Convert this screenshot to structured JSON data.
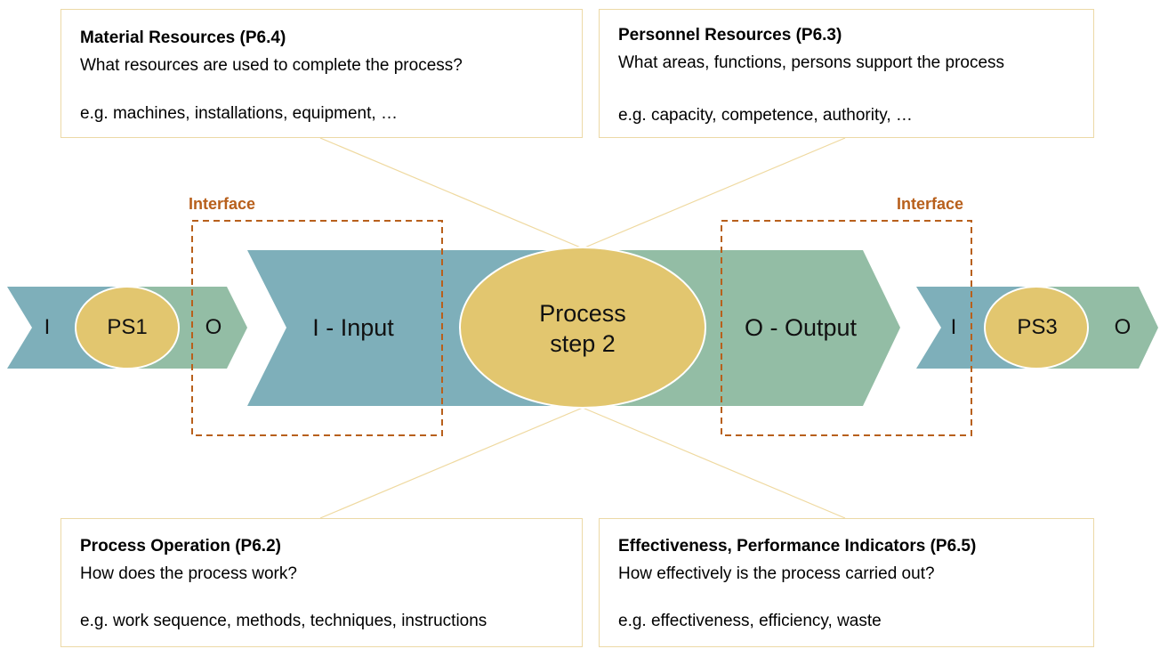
{
  "boxes": {
    "material": {
      "title": "Material Resources (P6.4)",
      "question": "What resources are used to complete the process?",
      "example": "e.g. machines, installations, equipment, …"
    },
    "personnel": {
      "title": "Personnel Resources (P6.3)",
      "question": "What areas, functions, persons support the process",
      "example": "e.g. capacity, competence, authority, …"
    },
    "operation": {
      "title": "Process Operation (P6.2)",
      "question": "How does the process work?",
      "example": "e.g. work sequence, methods, techniques, instructions"
    },
    "effectiveness": {
      "title": "Effectiveness, Performance Indicators (P6.5)",
      "question": "How effectively is the process carried out?",
      "example": "e.g. effectiveness, efficiency, waste"
    }
  },
  "interfaces": {
    "left": "Interface",
    "right": "Interface"
  },
  "left_step": {
    "input": "I",
    "name": "PS1",
    "output": "O"
  },
  "main_step": {
    "input": "I - Input",
    "name_line1": "Process",
    "name_line2": "step 2",
    "output": "O - Output"
  },
  "right_step": {
    "input": "I",
    "name": "PS3",
    "output": "O"
  },
  "colors": {
    "input_teal": "#7eafba",
    "output_green": "#93bda5",
    "process_yellow": "#e2c66f",
    "interface_orange": "#b8601c",
    "box_border": "#ecd9a6"
  }
}
